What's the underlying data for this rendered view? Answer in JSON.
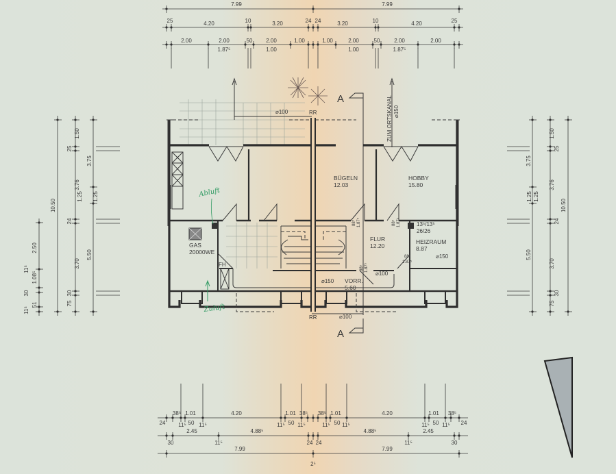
{
  "dims": {
    "top": [
      "7.99",
      "7.99",
      "25",
      "4.20",
      "10",
      "3.20",
      "24",
      "24",
      "3.20",
      "10",
      "4.20",
      "25",
      "2.00",
      "2.00",
      "1.87⁵",
      "50",
      "2.00",
      "1.00",
      "1.00",
      "1.00",
      "2.00",
      "1.00",
      "50",
      "2.00",
      "1.87⁵",
      "2.00"
    ],
    "bottom": [
      "24",
      "38⁵",
      "1.01",
      "4.20",
      "1.01",
      "38⁵",
      "38⁵",
      "1.01",
      "4.20",
      "1.01",
      "38⁵",
      "24",
      "11⁵",
      "50",
      "11⁵",
      "11⁵",
      "50",
      "11⁵",
      "11⁵",
      "50",
      "11⁵",
      "11⁵",
      "50",
      "11⁵",
      "2.45",
      "4.88⁵",
      "4.88⁵",
      "2.45",
      "30",
      "11⁵",
      "24",
      "24",
      "11⁵",
      "30",
      "7.99",
      "7.99",
      "2⁵"
    ],
    "left": [
      "10.50",
      "1.50",
      "25",
      "3.76",
      "24",
      "3.70",
      "30",
      "75",
      "3.75",
      "1.25",
      "1.25",
      "5.50",
      "2.50",
      "11⁵",
      "1.08⁵",
      "30",
      "51",
      "11⁵"
    ],
    "right": [
      "3.75",
      "1.25",
      "1.25",
      "5.50",
      "1.50",
      "25",
      "3.76",
      "24",
      "3.70",
      "30",
      "75",
      "10.50"
    ]
  },
  "rooms": {
    "buegeln": {
      "name": "BÜGELN",
      "area": "12.03"
    },
    "hobby": {
      "name": "HOBBY",
      "area": "15.80"
    },
    "flur": {
      "name": "FLUR",
      "area": "12.20"
    },
    "heizraum": {
      "name": "HEIZRAUM",
      "area": "8.87"
    },
    "vorr": {
      "name": "VORR.",
      "area": "5.60"
    },
    "gas": {
      "name": "GAS",
      "area": "20000WE"
    }
  },
  "annotations": {
    "fh": "FH",
    "flue_1": "13⁵/13⁵",
    "flue_2": "26/26",
    "pipe_top": "⌀100",
    "rr_top": "RR",
    "pipe_bottom": "⌀100",
    "rr_bottom": "RR",
    "pipe_vorr": "⌀150",
    "pipe_flur": "⌀100",
    "pipe_heiz": "⌀150",
    "ortskanal": "ZUM ORTSKANAL",
    "ortskanal_pipe": "⌀150",
    "section_top": "A",
    "section_bottom": "A",
    "door_1a": "88⁵",
    "door_1b": "1.87⁵",
    "door_2a": "88⁵",
    "door_2b": "1.87⁵",
    "door_3a": "88⁵",
    "door_3b": "1.87⁵",
    "door_4a": "88⁵",
    "door_4b": "1.87⁵"
  },
  "handwriting": {
    "abluft": "Abluft",
    "zuluft": "Zuluft"
  },
  "colors": {
    "line": "#2e2e2e",
    "handwriting": "#2f9a62",
    "triangle_fill": "#a9b1b4"
  }
}
